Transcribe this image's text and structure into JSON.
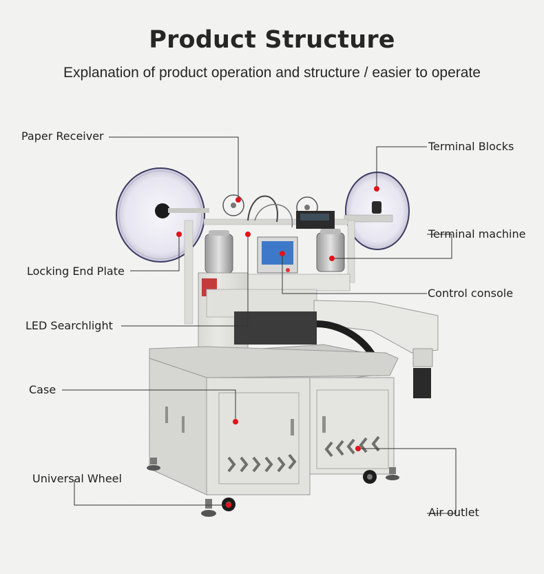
{
  "header": {
    "title": "Product Structure",
    "subtitle": "Explanation of product operation and structure / easier to operate"
  },
  "callouts": [
    {
      "id": "paper-receiver",
      "label": "Paper Receiver"
    },
    {
      "id": "terminal-blocks",
      "label": "Terminal Blocks"
    },
    {
      "id": "terminal-machine",
      "label": "Terminal machine"
    },
    {
      "id": "locking-end-plate",
      "label": "Locking End Plate"
    },
    {
      "id": "control-console",
      "label": "Control console"
    },
    {
      "id": "led-searchlight",
      "label": "LED Searchlight"
    },
    {
      "id": "case",
      "label": "Case"
    },
    {
      "id": "universal-wheel",
      "label": "Universal Wheel"
    },
    {
      "id": "air-outlet",
      "label": "Air outlet"
    }
  ],
  "colors": {
    "marker": "#e0141c",
    "leader_line": "#333333",
    "machine_body": "#e3e3df",
    "reel": "#eceaf3"
  }
}
